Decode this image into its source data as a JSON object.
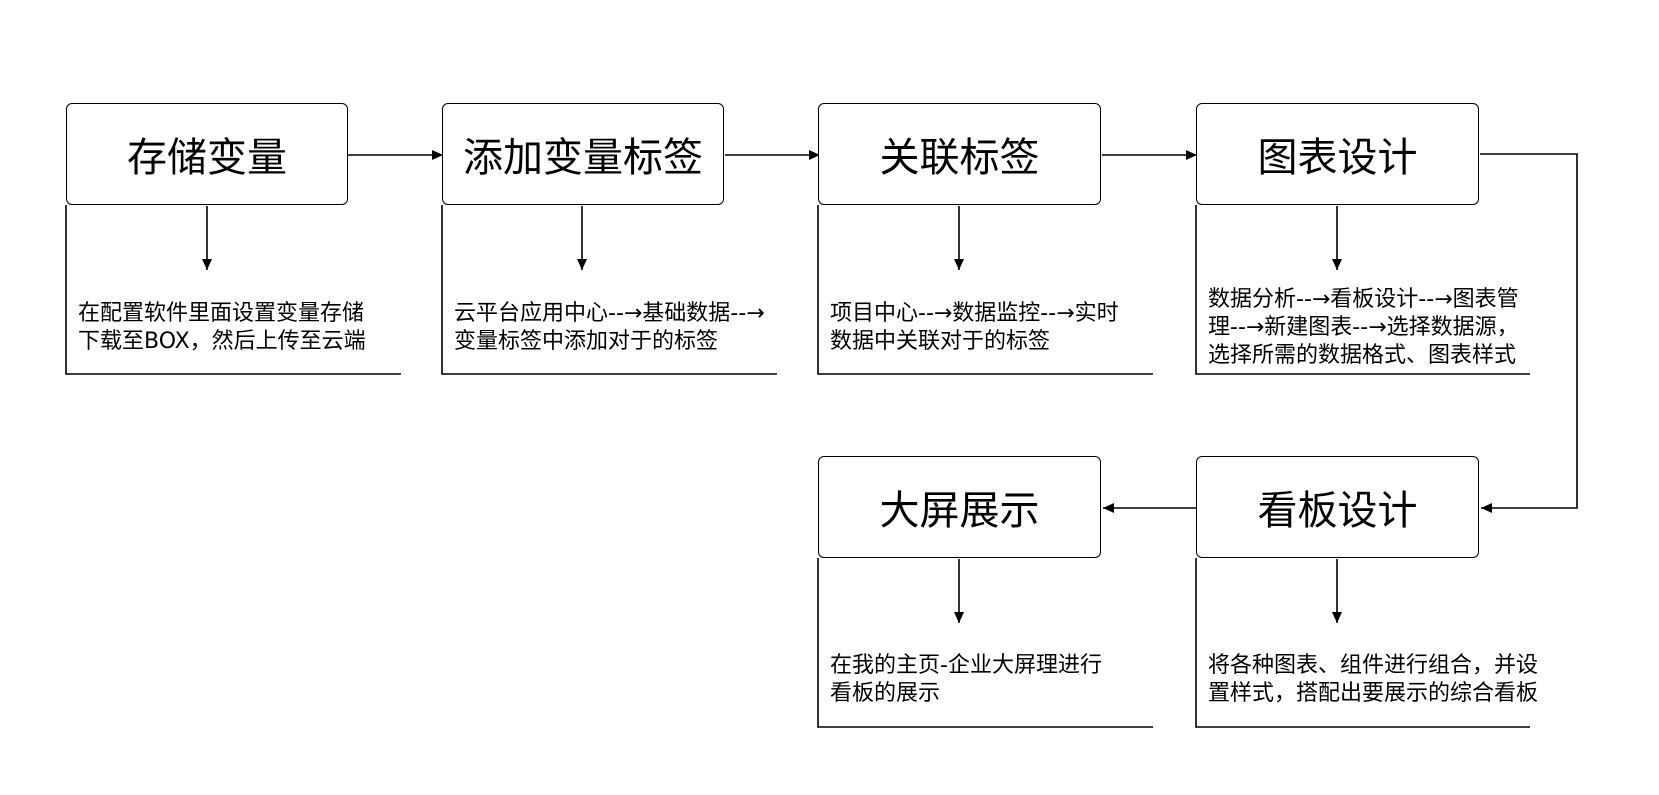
{
  "diagram": {
    "type": "flowchart",
    "steps": [
      {
        "id": "store-variables",
        "title": "存储变量",
        "desc": [
          "在配置软件里面设置变量存储",
          "下载至BOX，然后上传至云端"
        ]
      },
      {
        "id": "add-variable-tags",
        "title": "添加变量标签",
        "desc": [
          "云平台应用中心--→基础数据--→",
          "变量标签中添加对于的标签"
        ]
      },
      {
        "id": "associate-tags",
        "title": "关联标签",
        "desc": [
          "项目中心--→数据监控--→实时",
          "数据中关联对于的标签"
        ]
      },
      {
        "id": "chart-design",
        "title": "图表设计",
        "desc": [
          "数据分析--→看板设计--→图表管",
          "理--→新建图表--→选择数据源，",
          "选择所需的数据格式、图表样式"
        ]
      },
      {
        "id": "dashboard-design",
        "title": "看板设计",
        "desc": [
          "将各种图表、组件进行组合，并设",
          "置样式，搭配出要展示的综合看板"
        ]
      },
      {
        "id": "big-screen-display",
        "title": "大屏展示",
        "desc": [
          "在我的主页-企业大屏理进行",
          "看板的展示"
        ]
      }
    ],
    "flow": [
      [
        "store-variables",
        "add-variable-tags"
      ],
      [
        "add-variable-tags",
        "associate-tags"
      ],
      [
        "associate-tags",
        "chart-design"
      ],
      [
        "chart-design",
        "dashboard-design"
      ],
      [
        "dashboard-design",
        "big-screen-display"
      ]
    ]
  }
}
